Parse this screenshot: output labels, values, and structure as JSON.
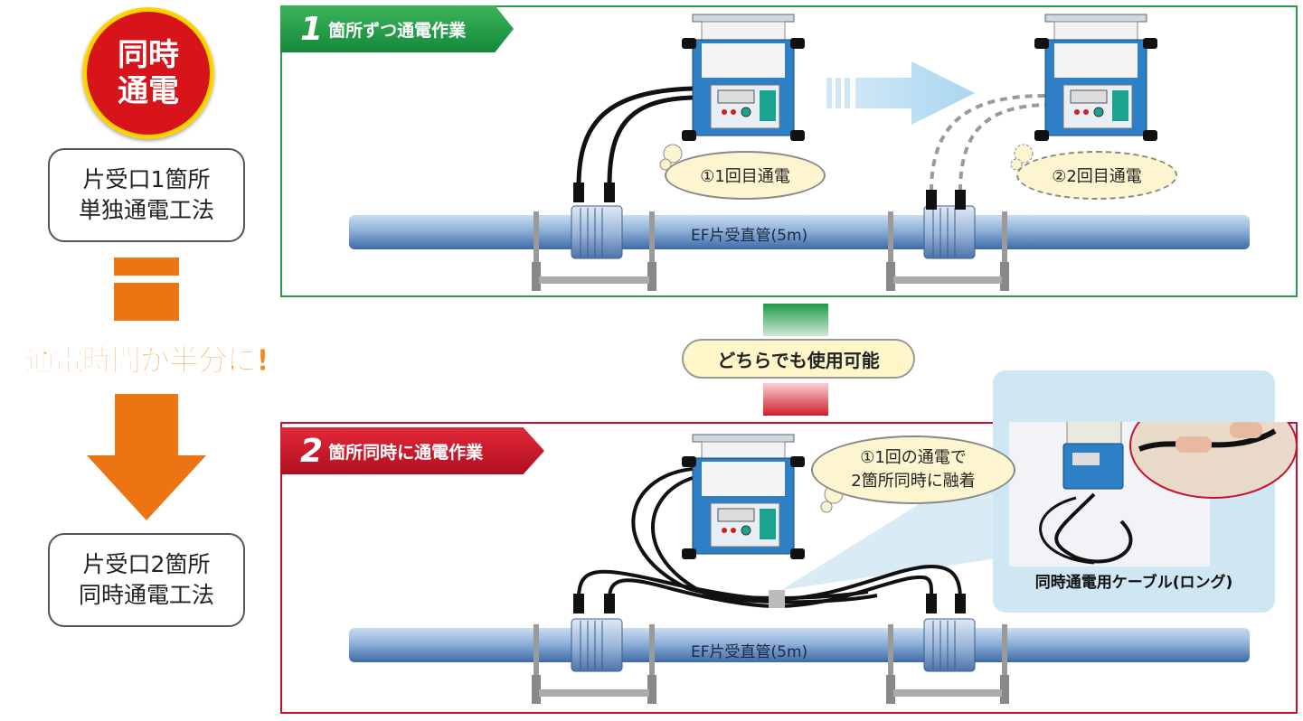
{
  "badge": {
    "line1": "同時",
    "line2": "通電"
  },
  "method_single": {
    "line1": "片受口1箇所",
    "line2": "単独通電工法"
  },
  "halve_text": "通電時間が半分に!",
  "method_double": {
    "line1": "片受口2箇所",
    "line2": "同時通電工法"
  },
  "panel1": {
    "title_num": "1",
    "title": "箇所ずつ通電作業",
    "bubble1": "①1回目通電",
    "bubble2": "②2回目通電",
    "pipe_label": "EF片受直管(5m)"
  },
  "either_label": "どちらでも使用可能",
  "panel2": {
    "title_num": "2",
    "title": "箇所同時に通電作業",
    "bubble_line1": "①1回の通電で",
    "bubble_line2": "2箇所同時に融着",
    "pipe_label": "EF片受直管(5m)",
    "photo_caption": "同時通電用ケーブル(ロング)"
  },
  "colors": {
    "badge_red": "#d8141b",
    "badge_ring": "#ffd400",
    "orange": "#ec7413",
    "green": "#2c9a4a",
    "red": "#c8102e",
    "pipe_blue": "#7ea6d4",
    "machine_blue": "#2d7fc6"
  }
}
